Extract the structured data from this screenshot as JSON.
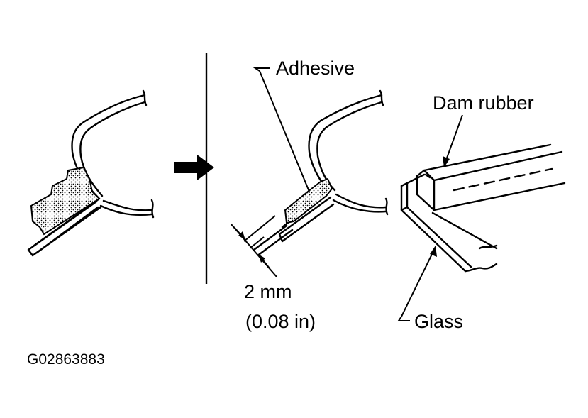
{
  "labels": {
    "adhesive": "Adhesive",
    "dam_rubber": "Dam rubber",
    "dimension_mm": "2 mm",
    "dimension_in": "(0.08 in)",
    "glass": "Glass"
  },
  "figure_code": "G02863883",
  "colors": {
    "ink": "#000000",
    "background": "#ffffff"
  }
}
